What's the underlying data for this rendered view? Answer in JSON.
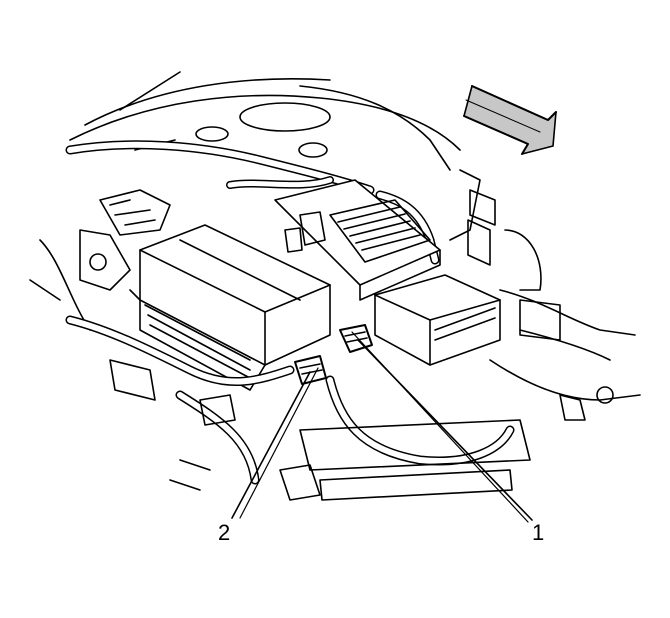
{
  "callouts": [
    {
      "id": "1",
      "label": "1"
    },
    {
      "id": "2",
      "label": "2"
    }
  ],
  "colors": {
    "ink": "#000000",
    "paper": "#ffffff",
    "shade": "#bdbdbd"
  },
  "icons": {
    "direction_arrow": "front-direction-arrow-icon"
  }
}
